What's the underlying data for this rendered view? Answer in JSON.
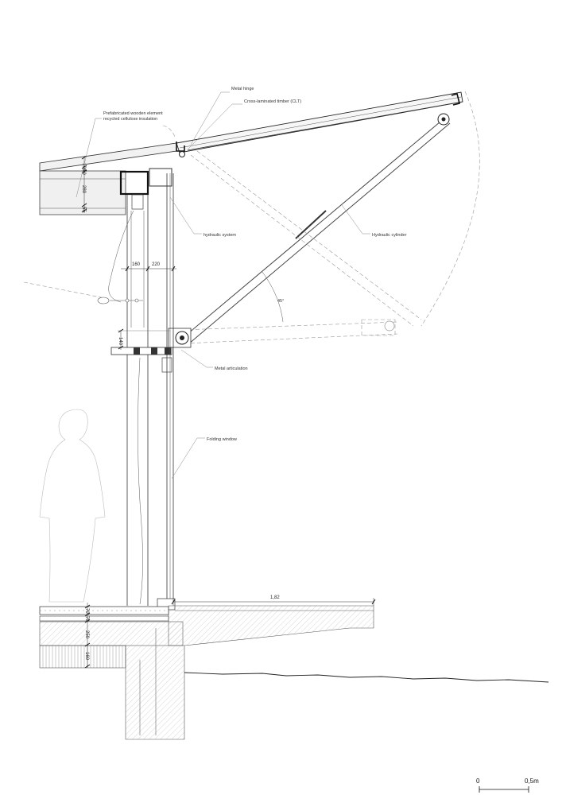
{
  "labels": {
    "metal_hinge": "Metal hinge",
    "clt": "Cross-laminated timber (CLT)",
    "prefab_line1": "Prefabricated wooden element",
    "prefab_line2": "recycled cellulose insulation",
    "hydraulic_system": "hydraulic system",
    "hydraulic_cylinder": "Hydraulic cylinder",
    "angle": "45°",
    "metal_articulation": "Metal articulation",
    "folding_window": "Folding window"
  },
  "dimensions": {
    "roof_100": "100",
    "roof_50": "50",
    "roof_280": "280",
    "roof_55": "55",
    "width_160": "160",
    "width_220": "220",
    "height_140": "140",
    "slab_70a": "70",
    "slab_70b": "70",
    "slab_250": "250",
    "slab_160": "160",
    "cantilever": "1,82"
  },
  "scale_bar": {
    "start": "0",
    "end": "0,5m"
  }
}
